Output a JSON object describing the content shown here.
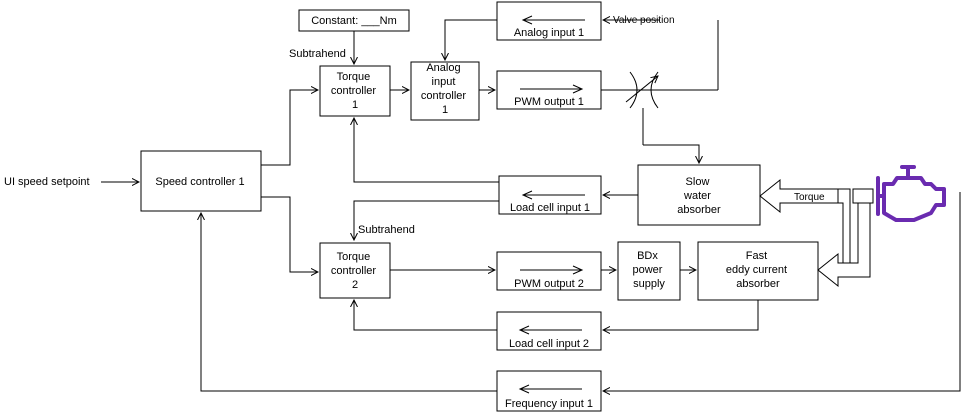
{
  "diagram": {
    "constant_box": "Constant: ___Nm",
    "subtrahend_label_1": "Subtrahend",
    "subtrahend_label_2": "Subtrahend",
    "torque_controller_1": [
      "Torque",
      "controller",
      "1"
    ],
    "torque_controller_2": [
      "Torque",
      "controller",
      "2"
    ],
    "analog_input_controller": [
      "Analog",
      "input",
      "controller",
      "1"
    ],
    "analog_input_1": "Analog input 1",
    "pwm_output_1": "PWM output 1",
    "pwm_output_2": "PWM output 2",
    "valve_position": "Valve position",
    "speed_setpoint": "UI speed setpoint",
    "speed_controller": "Speed controller 1",
    "slow_absorber": [
      "Slow",
      "water",
      "absorber"
    ],
    "load_cell_input_1": "Load cell input 1",
    "load_cell_input_2": "Load cell input 2",
    "bdx_power_supply": [
      "BDx",
      "power",
      "supply"
    ],
    "fast_absorber": [
      "Fast",
      "eddy current",
      "absorber"
    ],
    "torque_label": "Torque",
    "frequency_input_1": "Frequency input 1",
    "engine_icon": "engine-icon",
    "engine_color": "#6a2bb0"
  }
}
